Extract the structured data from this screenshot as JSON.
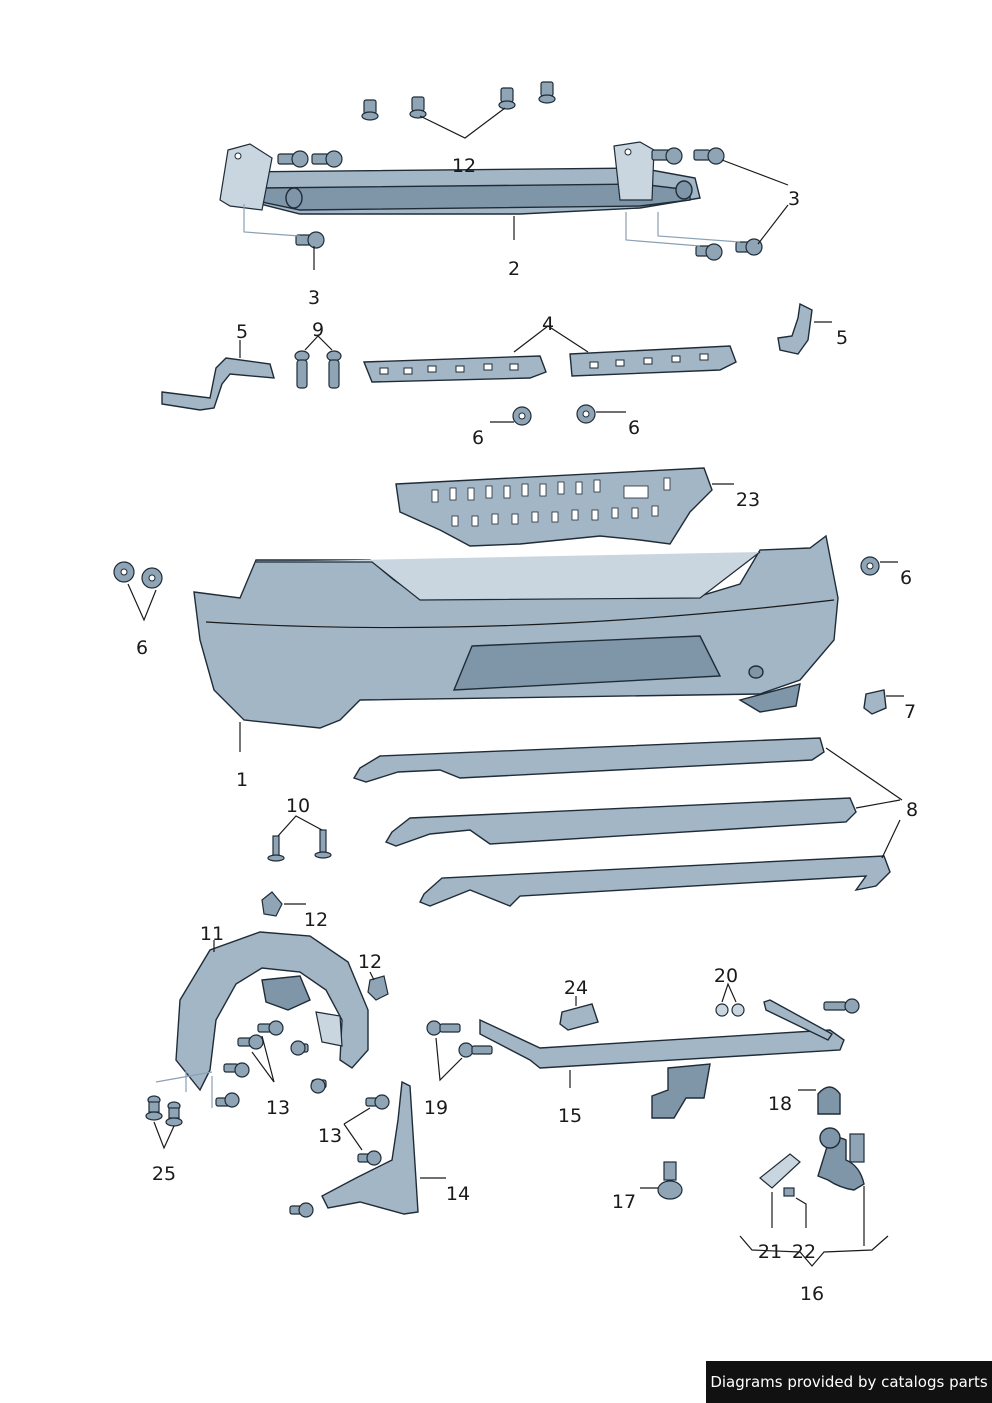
{
  "callouts": {
    "c1": "1",
    "c2": "2",
    "c3a": "3",
    "c3b": "3",
    "c4": "4",
    "c5a": "5",
    "c5b": "5",
    "c6a": "6",
    "c6b": "6",
    "c6c": "6",
    "c6d": "6",
    "c7": "7",
    "c8": "8",
    "c9": "9",
    "c10": "10",
    "c11": "11",
    "c12a": "12",
    "c12b": "12",
    "c12c": "12",
    "c13a": "13",
    "c13b": "13",
    "c14": "14",
    "c15": "15",
    "c16": "16",
    "c17": "17",
    "c18": "18",
    "c19": "19",
    "c20": "20",
    "c21": "21",
    "c22": "22",
    "c23": "23",
    "c24": "24",
    "c25": "25"
  },
  "footer": {
    "text": "Diagrams provided by catalogs parts"
  }
}
